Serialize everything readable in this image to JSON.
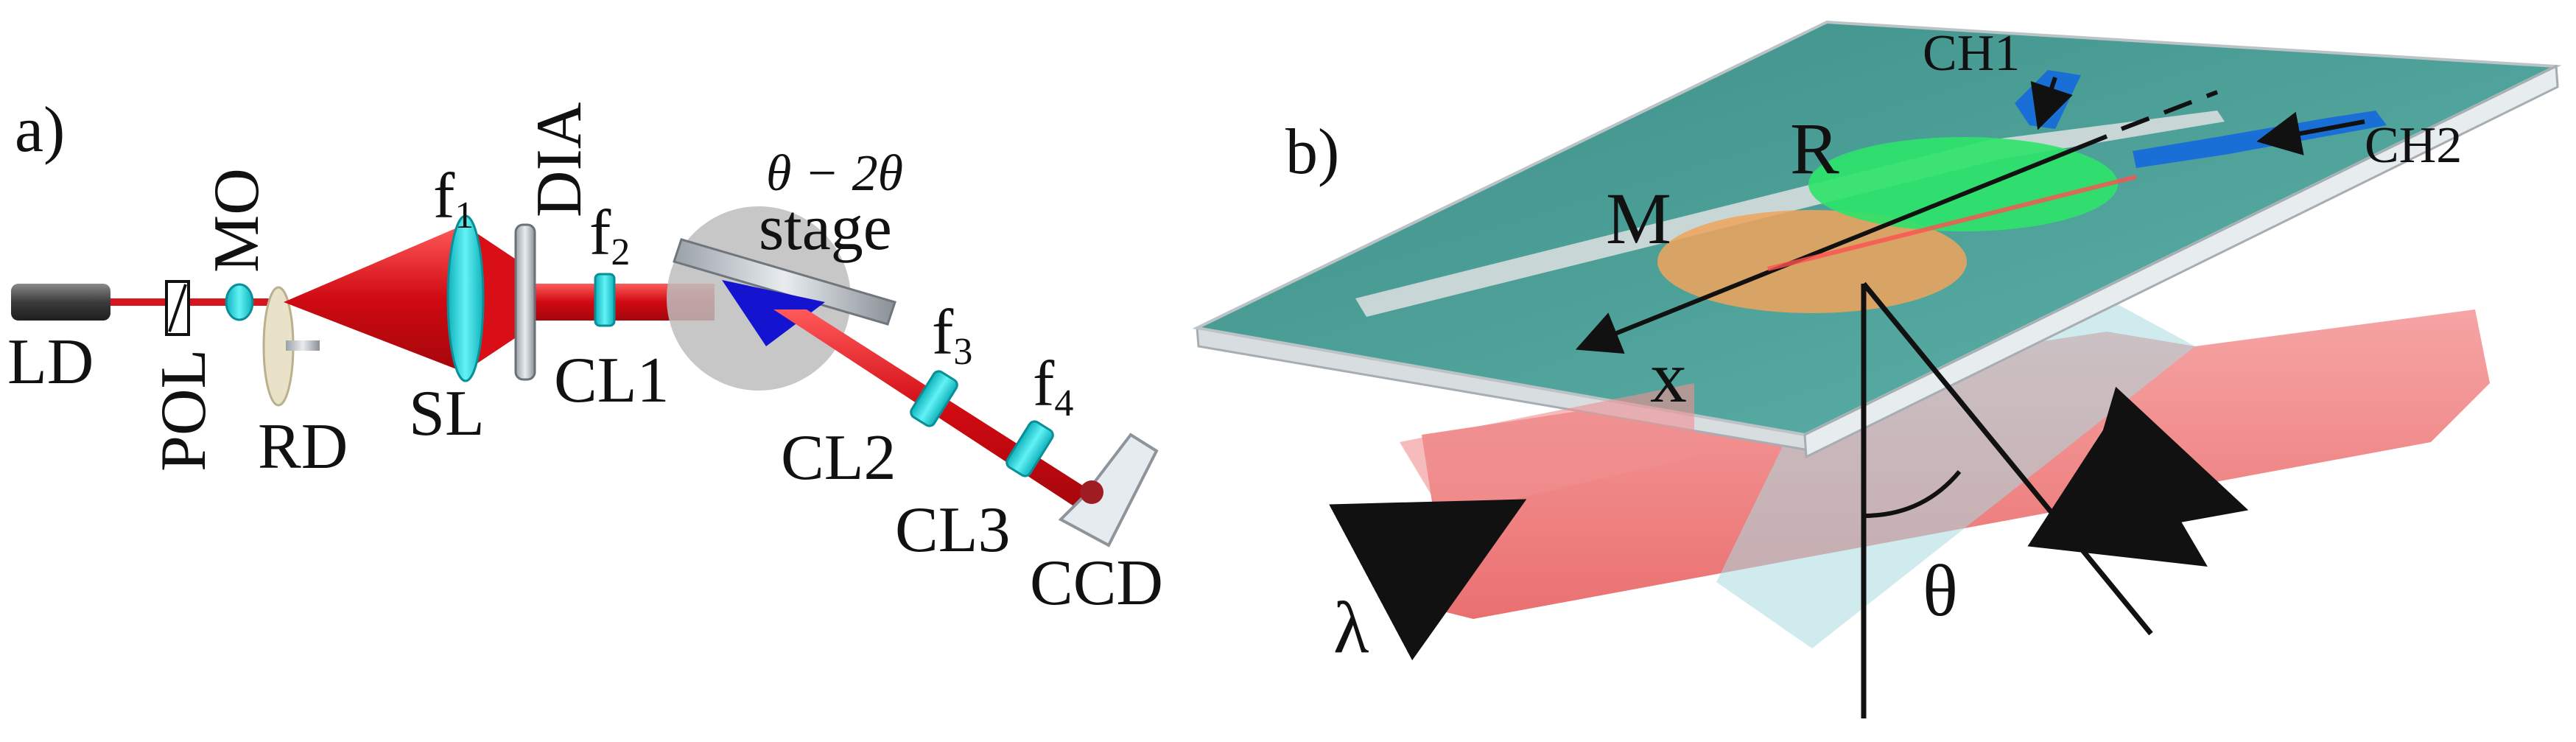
{
  "panel_a": {
    "tag": "a)",
    "labels": {
      "ld": "LD",
      "pol": "POL",
      "mo": "MO",
      "rd": "RD",
      "f1": "f",
      "f1_sub": "1",
      "sl": "SL",
      "dia": "DIA",
      "f2": "f",
      "f2_sub": "2",
      "cl1": "CL1",
      "stage_top": "θ − 2θ",
      "stage": "stage",
      "f3": "f",
      "f3_sub": "3",
      "cl2": "CL2",
      "f4": "f",
      "f4_sub": "4",
      "cl3": "CL3",
      "ccd": "CCD"
    }
  },
  "panel_b": {
    "tag": "b)",
    "labels": {
      "ch1": "CH1",
      "ch2": "CH2",
      "r": "R",
      "m": "M",
      "x": "x",
      "lambda": "λ",
      "theta": "θ"
    }
  },
  "colors": {
    "beam": "#e0141c",
    "optic": "#2ad4dc",
    "prism": "#1414d0",
    "chip": "#4fa39a",
    "channel": "#1a6fd6",
    "region_r": "#2ee36a",
    "region_m": "#f0a45c",
    "light_slab": "#f07a7a"
  }
}
